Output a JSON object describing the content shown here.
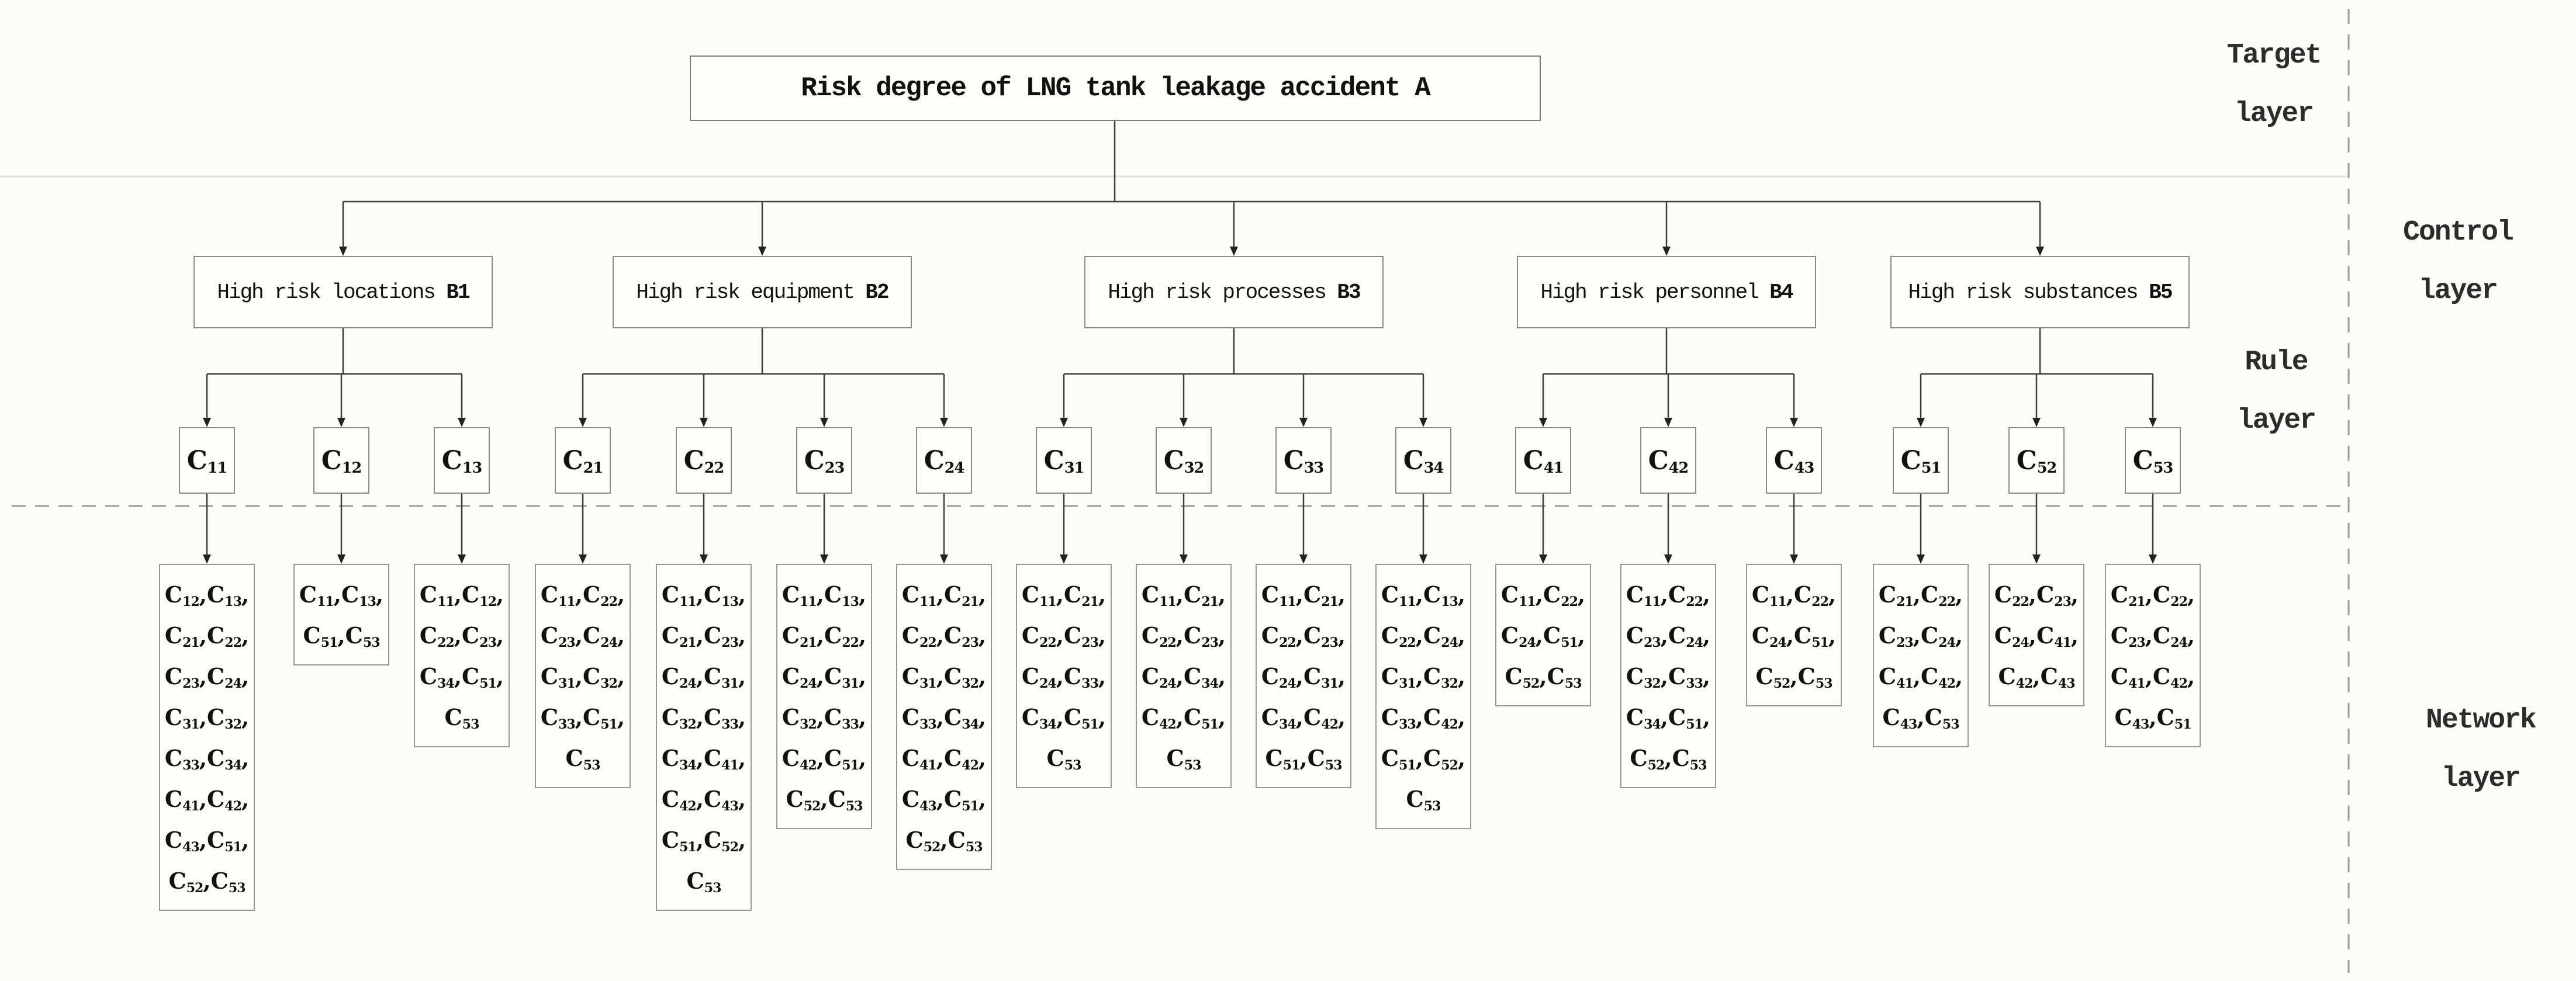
{
  "figure": {
    "title": "Risk degree of LNG tank leakage accident A"
  },
  "layers": {
    "target": [
      "Target",
      "layer"
    ],
    "control": [
      "Control",
      "layer"
    ],
    "rule": [
      "Rule",
      "layer"
    ],
    "network": [
      "Network",
      "layer"
    ]
  },
  "control_nodes": [
    {
      "code": "B1",
      "label": "High risk locations"
    },
    {
      "code": "B2",
      "label": "High risk equipment"
    },
    {
      "code": "B3",
      "label": "High risk processes"
    },
    {
      "code": "B4",
      "label": "High risk personnel"
    },
    {
      "code": "B5",
      "label": "High risk substances"
    }
  ],
  "rule_nodes": [
    {
      "code": "C11",
      "parent": "B1",
      "network_lines": [
        [
          "C12",
          "C13"
        ],
        [
          "C21",
          "C22"
        ],
        [
          "C23",
          "C24"
        ],
        [
          "C31",
          "C32"
        ],
        [
          "C33",
          "C34"
        ],
        [
          "C41",
          "C42"
        ],
        [
          "C43",
          "C51"
        ],
        [
          "C52",
          "C53"
        ]
      ]
    },
    {
      "code": "C12",
      "parent": "B1",
      "network_lines": [
        [
          "C11",
          "C13"
        ],
        [
          "C51",
          "C53"
        ]
      ]
    },
    {
      "code": "C13",
      "parent": "B1",
      "network_lines": [
        [
          "C11",
          "C12"
        ],
        [
          "C22",
          "C23"
        ],
        [
          "C34",
          "C51"
        ],
        [
          "C53"
        ]
      ]
    },
    {
      "code": "C21",
      "parent": "B2",
      "network_lines": [
        [
          "C11",
          "C22"
        ],
        [
          "C23",
          "C24"
        ],
        [
          "C31",
          "C32"
        ],
        [
          "C33",
          "C51"
        ],
        [
          "C53"
        ]
      ]
    },
    {
      "code": "C22",
      "parent": "B2",
      "network_lines": [
        [
          "C11",
          "C13"
        ],
        [
          "C21",
          "C23"
        ],
        [
          "C24",
          "C31"
        ],
        [
          "C32",
          "C33"
        ],
        [
          "C34",
          "C41"
        ],
        [
          "C42",
          "C43"
        ],
        [
          "C51",
          "C52"
        ],
        [
          "C53"
        ]
      ]
    },
    {
      "code": "C23",
      "parent": "B2",
      "network_lines": [
        [
          "C11",
          "C13"
        ],
        [
          "C21",
          "C22"
        ],
        [
          "C24",
          "C31"
        ],
        [
          "C32",
          "C33"
        ],
        [
          "C42",
          "C51"
        ],
        [
          "C52",
          "C53"
        ]
      ]
    },
    {
      "code": "C24",
      "parent": "B2",
      "network_lines": [
        [
          "C11",
          "C21"
        ],
        [
          "C22",
          "C23"
        ],
        [
          "C31",
          "C32"
        ],
        [
          "C33",
          "C34"
        ],
        [
          "C41",
          "C42"
        ],
        [
          "C43",
          "C51"
        ],
        [
          "C52",
          "C53"
        ]
      ]
    },
    {
      "code": "C31",
      "parent": "B3",
      "network_lines": [
        [
          "C11",
          "C21"
        ],
        [
          "C22",
          "C23"
        ],
        [
          "C24",
          "C33"
        ],
        [
          "C34",
          "C51"
        ],
        [
          "C53"
        ]
      ]
    },
    {
      "code": "C32",
      "parent": "B3",
      "network_lines": [
        [
          "C11",
          "C21"
        ],
        [
          "C22",
          "C23"
        ],
        [
          "C24",
          "C34"
        ],
        [
          "C42",
          "C51"
        ],
        [
          "C53"
        ]
      ]
    },
    {
      "code": "C33",
      "parent": "B3",
      "network_lines": [
        [
          "C11",
          "C21"
        ],
        [
          "C22",
          "C23"
        ],
        [
          "C24",
          "C31"
        ],
        [
          "C34",
          "C42"
        ],
        [
          "C51",
          "C53"
        ]
      ]
    },
    {
      "code": "C34",
      "parent": "B3",
      "network_lines": [
        [
          "C11",
          "C13"
        ],
        [
          "C22",
          "C24"
        ],
        [
          "C31",
          "C32"
        ],
        [
          "C33",
          "C42"
        ],
        [
          "C51",
          "C52"
        ],
        [
          "C53"
        ]
      ]
    },
    {
      "code": "C41",
      "parent": "B4",
      "network_lines": [
        [
          "C11",
          "C22"
        ],
        [
          "C24",
          "C51"
        ],
        [
          "C52",
          "C53"
        ]
      ]
    },
    {
      "code": "C42",
      "parent": "B4",
      "network_lines": [
        [
          "C11",
          "C22"
        ],
        [
          "C23",
          "C24"
        ],
        [
          "C32",
          "C33"
        ],
        [
          "C34",
          "C51"
        ],
        [
          "C52",
          "C53"
        ]
      ]
    },
    {
      "code": "C43",
      "parent": "B4",
      "network_lines": [
        [
          "C11",
          "C22"
        ],
        [
          "C24",
          "C51"
        ],
        [
          "C52",
          "C53"
        ]
      ]
    },
    {
      "code": "C51",
      "parent": "B5",
      "network_lines": [
        [
          "C21",
          "C22"
        ],
        [
          "C23",
          "C24"
        ],
        [
          "C41",
          "C42"
        ],
        [
          "C43",
          "C53"
        ]
      ]
    },
    {
      "code": "C52",
      "parent": "B5",
      "network_lines": [
        [
          "C22",
          "C23"
        ],
        [
          "C24",
          "C41"
        ],
        [
          "C42",
          "C43"
        ]
      ]
    },
    {
      "code": "C53",
      "parent": "B5",
      "network_lines": [
        [
          "C21",
          "C22"
        ],
        [
          "C23",
          "C24"
        ],
        [
          "C41",
          "C42"
        ],
        [
          "C43",
          "C51"
        ]
      ]
    }
  ]
}
